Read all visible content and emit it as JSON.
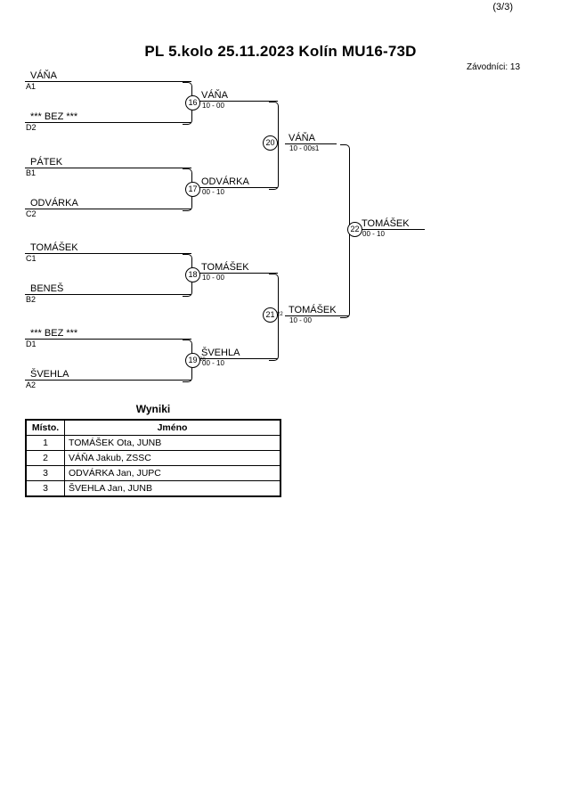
{
  "page": {
    "indicator": "(3/3)",
    "title": "PL 5.kolo  25.11.2023  Kolín   MU16-73D",
    "competitors_label": "Závodníci: 13"
  },
  "bracket": {
    "round1": [
      {
        "name": "VÁŇA",
        "seed": "A1"
      },
      {
        "name": "*** BEZ ***",
        "seed": "D2"
      },
      {
        "name": "PÁTEK",
        "seed": "B1"
      },
      {
        "name": "ODVÁRKA",
        "seed": "C2"
      },
      {
        "name": "TOMÁŠEK",
        "seed": "C1"
      },
      {
        "name": "BENEŠ",
        "seed": "B2"
      },
      {
        "name": "*** BEZ ***",
        "seed": "D1"
      },
      {
        "name": "ŠVEHLA",
        "seed": "A2"
      }
    ],
    "matches": [
      {
        "no": "16",
        "winner": "VÁŇA",
        "score": "10 - 00",
        "next": ""
      },
      {
        "no": "17",
        "winner": "ODVÁRKA",
        "score": "00 - 10",
        "next": ""
      },
      {
        "no": "18",
        "winner": "TOMÁŠEK",
        "score": "10 - 00",
        "next": ""
      },
      {
        "no": "19",
        "winner": "ŠVEHLA",
        "score": "00 - 10",
        "next": "20"
      },
      {
        "no": "20",
        "winner": "VÁŇA",
        "score": "10 - 00s1",
        "next": ""
      },
      {
        "no": "21",
        "winner": "TOMÁŠEK",
        "score": "10 - 00",
        "next": "22"
      },
      {
        "no": "22",
        "winner": "TOMÁŠEK",
        "score": "00 - 10",
        "next": ""
      }
    ]
  },
  "results": {
    "title": "Wyniki",
    "columns": [
      "Místo.",
      "Jméno"
    ],
    "rows": [
      {
        "place": "1",
        "name": "TOMÁŠEK Ota, JUNB"
      },
      {
        "place": "2",
        "name": "VÁŇA Jakub, ZSSC"
      },
      {
        "place": "3",
        "name": "ODVÁRKA Jan, JUPC"
      },
      {
        "place": "3",
        "name": "ŠVEHLA Jan, JUNB"
      }
    ]
  }
}
